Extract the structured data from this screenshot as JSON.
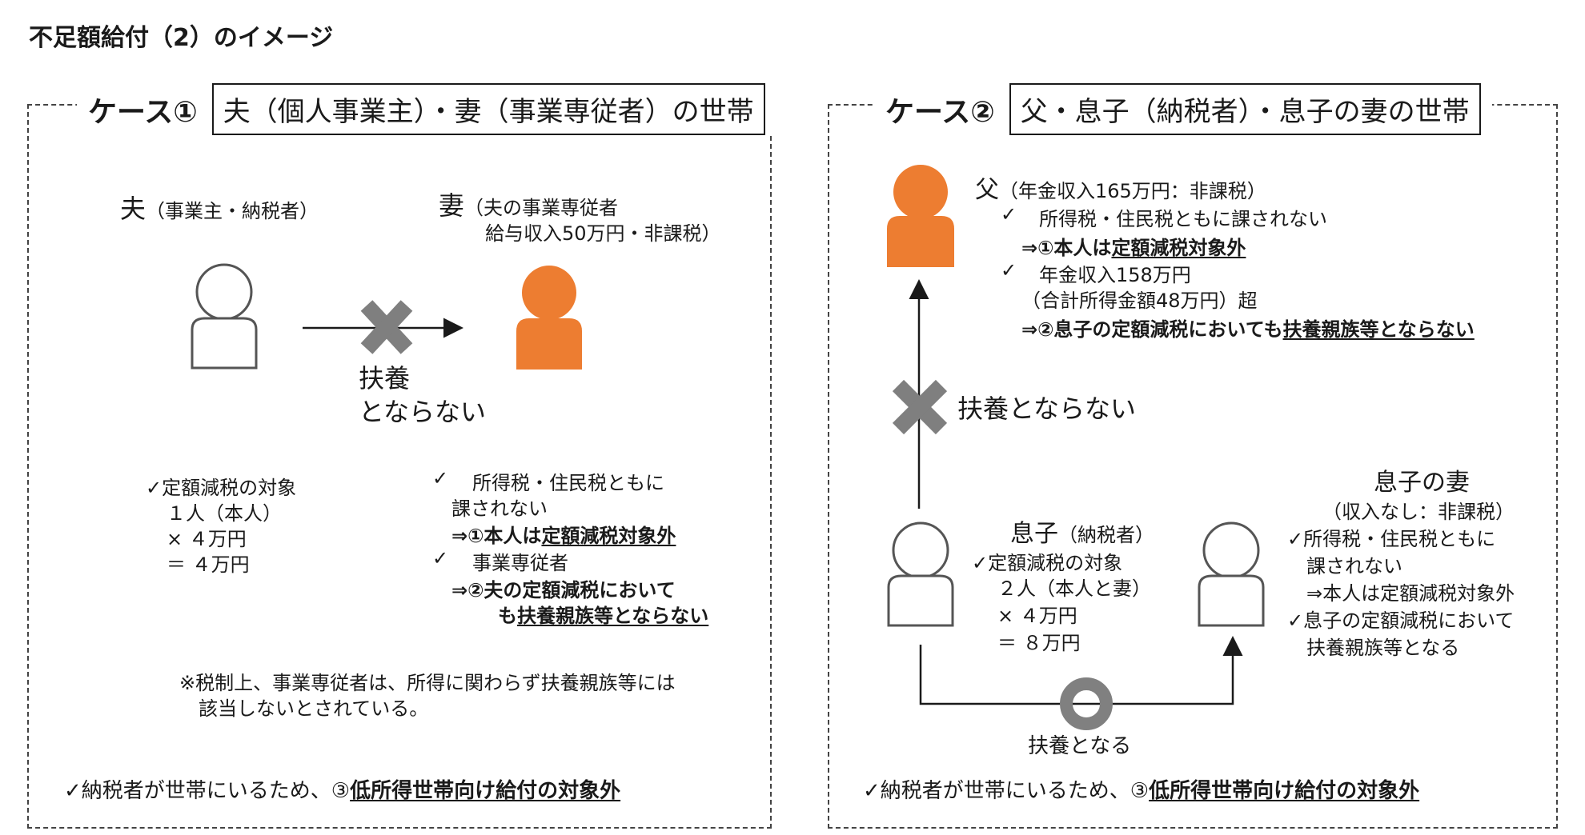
{
  "page": {
    "title": "不足額給付（2）のイメージ"
  },
  "colors": {
    "orange": "#ed7d31",
    "cross_gray": "#7f7f7f",
    "ring_gray": "#808080",
    "line": "#1a1a1a"
  },
  "icons": [
    "person-outline-icon",
    "person-filled-icon",
    "cross-icon",
    "circle-icon",
    "arrow-icon",
    "check-icon"
  ],
  "case1": {
    "label": "ケース①",
    "title": "夫（個人事業主）・妻（事業専従者）の世帯",
    "husband": {
      "name": "夫",
      "role": "（事業主・納税者）"
    },
    "wife": {
      "name": "妻",
      "role_line1": "（夫の事業専従者",
      "role_line2": "給与収入50万円・非課税）"
    },
    "not_dependent_line1": "扶養",
    "not_dependent_line2": "とならない",
    "calc": {
      "line1": "✓定額減税の対象",
      "line2": "１人（本人）",
      "line3": "× ４万円",
      "line4": "＝ ４万円"
    },
    "wife_notes": {
      "check1": "✓",
      "line1": "所得税・住民税ともに",
      "line2": "課されない",
      "result1_prefix": "⇒①本人は",
      "result1_emph": "定額減税対象外",
      "check2": "✓",
      "line3": "事業専従者",
      "result2_line1": "⇒②夫の定額減税において",
      "result2_prefix": "も",
      "result2_emph": "扶養親族等とならない"
    },
    "note_line1": "※税制上、事業専従者は、所得に関わらず扶養親族等には",
    "note_line2": "該当しないとされている。",
    "footer_prefix": "✓納税者が世帯にいるため、③",
    "footer_emph": "低所得世帯向け給付の対象外"
  },
  "case2": {
    "label": "ケース②",
    "title": "父・息子（納税者）・息子の妻の世帯",
    "father": {
      "name": "父",
      "income": "（年金収入165万円：非課税）",
      "check1": "✓",
      "line1": "所得税・住民税ともに課されない",
      "result1_prefix": "⇒①本人は",
      "result1_emph": "定額減税対象外",
      "check2": "✓",
      "line2": "年金収入158万円",
      "line3": "（合計所得金額48万円）超",
      "result2_prefix": "⇒②息子の定額減税においても",
      "result2_emph": "扶養親族等とならない"
    },
    "not_dependent": "扶養とならない",
    "son": {
      "name": "息子",
      "role": "（納税者）",
      "calc_line1": "✓定額減税の対象",
      "calc_line2": "２人（本人と妻）",
      "calc_line3": "× ４万円",
      "calc_line4": "＝ ８万円"
    },
    "son_wife": {
      "name": "息子の妻",
      "income": "（収入なし：非課税）",
      "line1": "✓所得税・住民税ともに",
      "line2": "課されない",
      "line3": "⇒本人は定額減税対象外",
      "line4": "✓息子の定額減税において",
      "line5": "扶養親族等となる"
    },
    "dependent": "扶養となる",
    "footer_prefix": "✓納税者が世帯にいるため、③",
    "footer_emph": "低所得世帯向け給付の対象外"
  }
}
